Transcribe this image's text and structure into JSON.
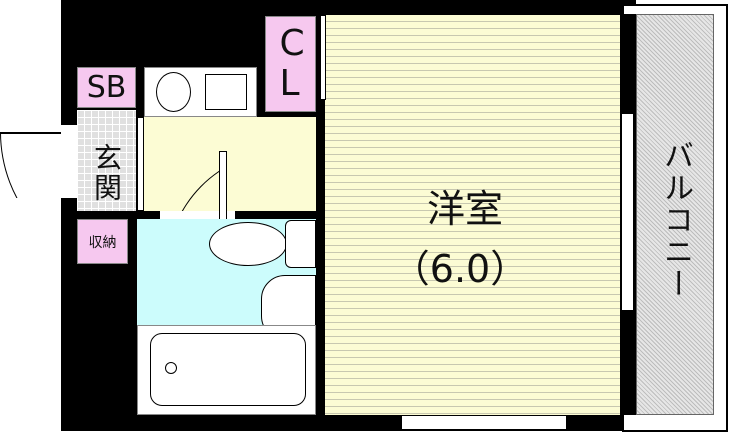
{
  "rooms": {
    "shoe_box": "SB",
    "entrance": "玄関",
    "closet": "CL",
    "storage": "収納",
    "western_room": "洋室",
    "western_room_size": "（6.0）",
    "balcony": "バルコニー"
  },
  "colors": {
    "wall": "#000000",
    "storage": "#f6c8ef",
    "hall": "#fcfcd4",
    "bathroom": "#ccfcfc",
    "balcony": "#e6e6e6"
  }
}
